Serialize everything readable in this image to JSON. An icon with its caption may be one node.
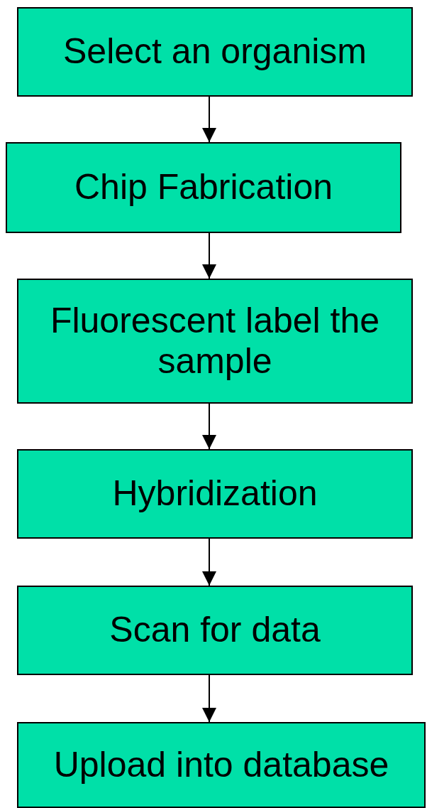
{
  "diagram": {
    "nodes": [
      {
        "text": [
          "Select an organism"
        ]
      },
      {
        "text": [
          "Chip Fabrication"
        ]
      },
      {
        "text": [
          "Fluorescent label the sample"
        ]
      },
      {
        "text": [
          "Hybridization"
        ]
      },
      {
        "text": [
          "Scan for data"
        ]
      },
      {
        "text": [
          "Upload into database"
        ]
      }
    ],
    "edges": [
      {
        "from": 0,
        "to": 1,
        "arrow": "to"
      },
      {
        "from": 1,
        "to": 2,
        "arrow": "to"
      },
      {
        "from": 2,
        "to": 3,
        "arrow": "to"
      },
      {
        "from": 3,
        "to": 4,
        "arrow": "to"
      },
      {
        "from": 4,
        "to": 5,
        "arrow": "to"
      }
    ]
  }
}
